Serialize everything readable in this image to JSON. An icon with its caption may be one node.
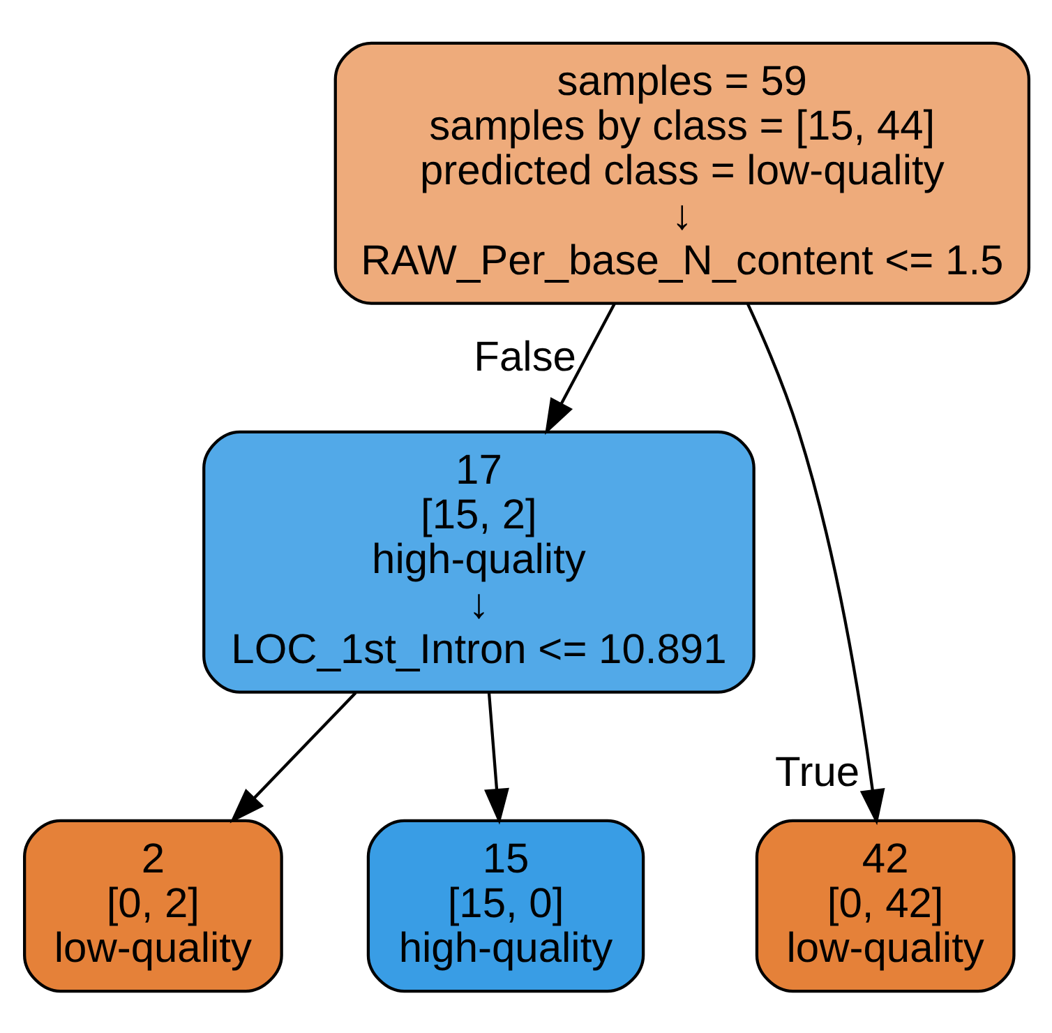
{
  "diagram": {
    "nodes": [
      {
        "text": [
          "samples = 59",
          "samples by class = [15, 44]",
          "predicted class = low-quality",
          "↓",
          "RAW_Per_base_N_content <= 1.5"
        ]
      },
      {
        "text": [
          "17",
          "[15, 2]",
          "high-quality",
          "↓",
          "LOC_1st_Intron <= 10.891"
        ]
      },
      {
        "text": [
          "2",
          "[0, 2]",
          "low-quality"
        ]
      },
      {
        "text": [
          "15",
          "[15, 0]",
          "high-quality"
        ]
      },
      {
        "text": [
          "42",
          "[0, 42]",
          "low-quality"
        ]
      }
    ],
    "edges": [
      {
        "from": 0,
        "to": 1,
        "arrow": "to",
        "label": "False"
      },
      {
        "from": 1,
        "to": 2,
        "arrow": "to"
      },
      {
        "from": 1,
        "to": 3,
        "arrow": "to"
      },
      {
        "from": 0,
        "to": 4,
        "arrow": "to",
        "label": "True"
      }
    ]
  }
}
